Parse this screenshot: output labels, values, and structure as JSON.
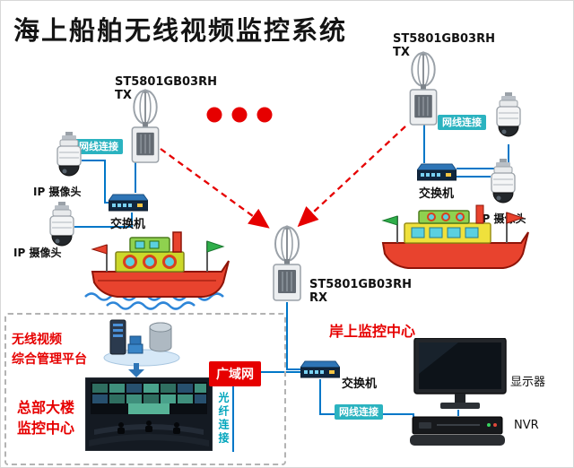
{
  "title": "海上船舶无线视频监控系统",
  "devices": {
    "tx_left": {
      "model": "ST5801GB03RH",
      "role": "TX"
    },
    "tx_right": {
      "model": "ST5801GB03RH",
      "role": "TX"
    },
    "rx": {
      "model": "ST5801GB03RH",
      "role": "RX"
    }
  },
  "labels": {
    "ip_camera": "IP 摄像头",
    "switch": "交换机",
    "cable": "网线连接",
    "wan": "广域网",
    "fiber": "光纤连接",
    "shore_center": "岸上监控中心",
    "platform_line1": "无线视频",
    "platform_line2": "综合管理平台",
    "hq_line1": "总部大楼",
    "hq_line2": "监控中心",
    "monitor": "显示器",
    "nvr": "NVR"
  },
  "colors": {
    "accent_red": "#e60000",
    "cable_tag_bg": "#2bb3c0",
    "line_blue": "#0077c8",
    "fiber_text": "#00a5bc"
  }
}
